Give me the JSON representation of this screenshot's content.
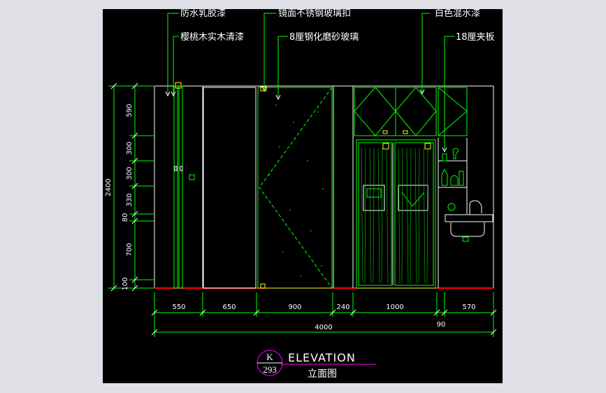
{
  "colors": {
    "background": "#000000",
    "chrome": "#dfe0e6",
    "wall": "#ffffff",
    "green": "#00ff00",
    "cyan": "#00ffff",
    "magenta": "#ff00ff",
    "red": "#ff0000",
    "yellow": "#ffff00",
    "text": "#ffffff"
  },
  "annotations": {
    "top_left_1": "防水乳胶漆",
    "top_left_2": "樱桃木实木清漆",
    "top_mid_1": "镜面不锈钢玻璃扣",
    "top_mid_2": "8厘钢化磨砂玻璃",
    "top_right_1": "白色混水漆",
    "top_right_2": "18厘夹板"
  },
  "dimensions": {
    "vertical_total": "2400",
    "vertical": [
      "590",
      "300",
      "300",
      "330",
      "80",
      "700",
      "100"
    ],
    "horizontal": [
      "550",
      "650",
      "900",
      "240",
      "1000",
      "570"
    ],
    "total": "4000",
    "extra": "90"
  },
  "title": {
    "symbol_letter": "K",
    "symbol_number": "293",
    "english": "ELEVATION",
    "chinese": "立面图"
  }
}
